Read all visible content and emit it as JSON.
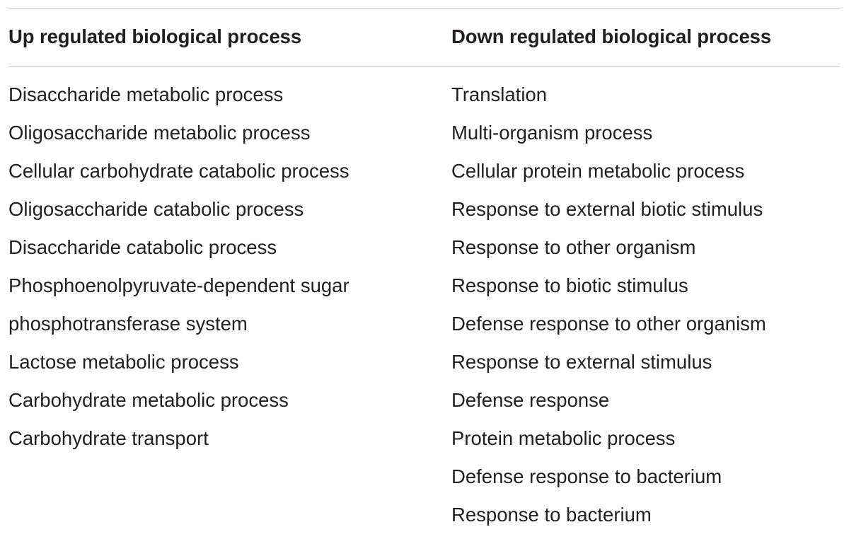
{
  "table": {
    "columns": [
      {
        "header": "Up regulated biological process",
        "rows": [
          "Disaccharide metabolic process",
          "Oligosaccharide metabolic process",
          "Cellular carbohydrate catabolic process",
          "Oligosaccharide catabolic process",
          "Disaccharide catabolic process",
          "Phosphoenolpyruvate-dependent sugar",
          "phosphotransferase system",
          "Lactose metabolic process",
          "Carbohydrate metabolic process",
          "Carbohydrate transport"
        ]
      },
      {
        "header": "Down regulated biological process",
        "rows": [
          "Translation",
          "Multi-organism process",
          "Cellular protein metabolic process",
          "Response to external biotic stimulus",
          "Response to other organism",
          "Response to biotic stimulus",
          "Defense response to other organism",
          "Response to external stimulus",
          "Defense response",
          "Protein metabolic process",
          "Defense response to bacterium",
          "Response to bacterium"
        ]
      }
    ]
  }
}
